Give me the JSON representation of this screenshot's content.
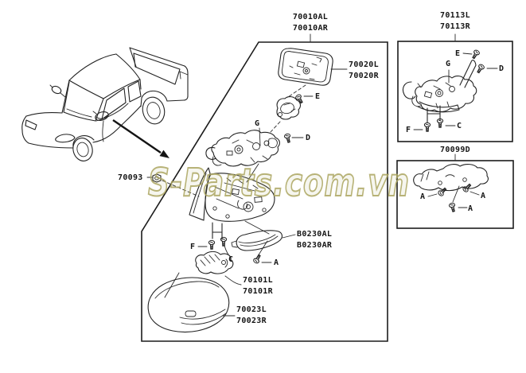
{
  "page": {
    "background": "#ffffff",
    "line_color": "#222222"
  },
  "watermark": {
    "text": "S-Parts.com.vn",
    "color": "#aba660"
  },
  "labels": {
    "assembly_70010": {
      "line1": "70010AL",
      "line2": "70010AR"
    },
    "glass_70020": {
      "line1": "70020L",
      "line2": "70020R"
    },
    "nut_70093": "70093",
    "lamp_b0230": {
      "line1": "B0230AL",
      "line2": "B0230AR"
    },
    "bracket_70101": {
      "line1": "70101L",
      "line2": "70101R"
    },
    "cover_70023": {
      "line1": "70023L",
      "line2": "70023R"
    },
    "panel_70113": {
      "line1": "70113L",
      "line2": "70113R"
    },
    "panel_70099": "70099D"
  },
  "callouts": {
    "main": {
      "e": "E",
      "d": "D",
      "g": "G",
      "f": "F",
      "c": "C",
      "a": "A"
    },
    "p113": {
      "e": "E",
      "d": "D",
      "g": "G",
      "c": "C",
      "f": "F"
    },
    "p99": {
      "a_left": "A",
      "a_right": "A",
      "a_bottom": "A"
    }
  }
}
